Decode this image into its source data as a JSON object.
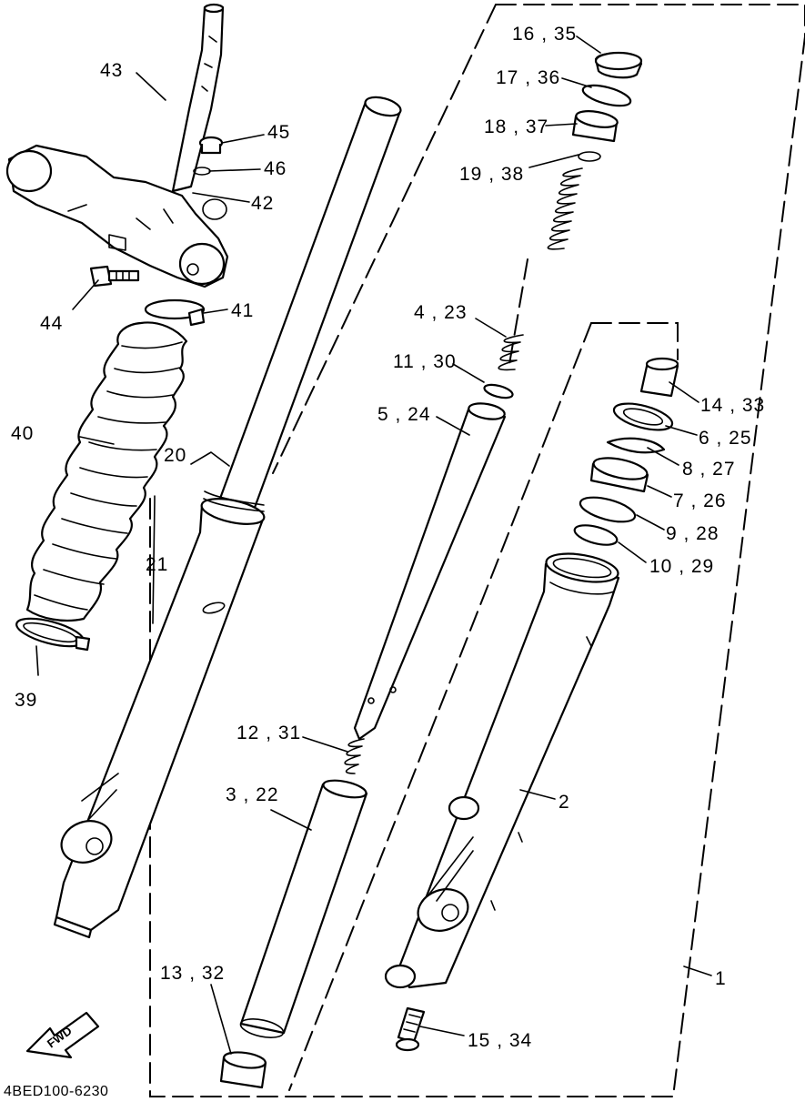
{
  "diagram_code": "4BED100-6230",
  "fwd_label": "FWD",
  "callouts": {
    "c1": "1",
    "c2": "2",
    "c3_22": "3 , 22",
    "c4_23": "4 , 23",
    "c5_24": "5 , 24",
    "c6_25": "6 , 25",
    "c7_26": "7 , 26",
    "c8_27": "8 , 27",
    "c9_28": "9 , 28",
    "c10_29": "10 , 29",
    "c11_30": "11 , 30",
    "c12_31": "12 , 31",
    "c13_32": "13 , 32",
    "c14_33": "14 , 33",
    "c15_34": "15 , 34",
    "c16_35": "16 , 35",
    "c17_36": "17 , 36",
    "c18_37": "18 , 37",
    "c19_38": "19 , 38",
    "c20": "20",
    "c21": "21",
    "c39": "39",
    "c40": "40",
    "c41": "41",
    "c42": "42",
    "c43": "43",
    "c44": "44",
    "c45": "45",
    "c46": "46"
  }
}
